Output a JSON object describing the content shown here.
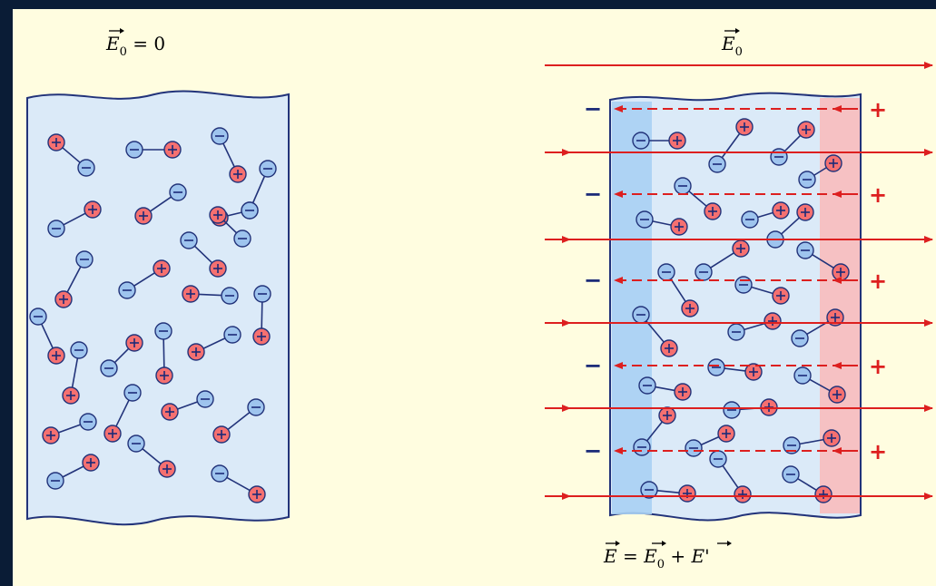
{
  "left_panel": {
    "label": {
      "symbol": "E",
      "subscript": "0",
      "rest": " = 0"
    }
  },
  "right_panel": {
    "field_label": {
      "symbol": "E",
      "subscript": "0"
    },
    "result_label": {
      "lhs": "E",
      "op1": " = ",
      "t1": "E",
      "t1_sub": "0",
      "op2": " + ",
      "t2": "E",
      "t2_prime": "'"
    },
    "minus_sign": "−",
    "plus_sign": "+"
  },
  "molecule_symbols": {
    "negative": "−",
    "positive": "+"
  },
  "colors": {
    "frame_background": "#fffde0",
    "outer_background": "#0a1c36",
    "dielectric_fill": "#dbeaf8",
    "dielectric_edge": "#22337a",
    "negative_charge": "#9ec4ee",
    "positive_charge": "#f57070",
    "field_line": "#dd1f1f",
    "negative_sign": "#1b2a78",
    "positive_sign": "#dd1f1f",
    "negative_surface": "#a9d0f3",
    "positive_surface": "#f8bdbd"
  }
}
